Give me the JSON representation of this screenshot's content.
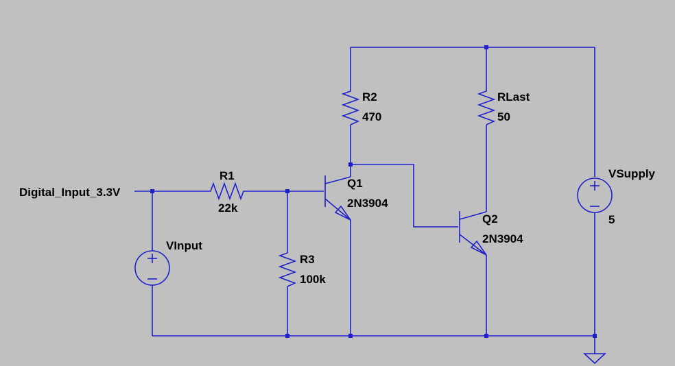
{
  "schematic": {
    "net_labels": {
      "input": "Digital_Input_3.3V"
    },
    "components": {
      "r1": {
        "name": "R1",
        "value": "22k"
      },
      "r2": {
        "name": "R2",
        "value": "470"
      },
      "r3": {
        "name": "R3",
        "value": "100k"
      },
      "rlast": {
        "name": "RLast",
        "value": "50"
      },
      "q1": {
        "name": "Q1",
        "model": "2N3904"
      },
      "q2": {
        "name": "Q2",
        "model": "2N3904"
      },
      "vinput": {
        "name": "VInput"
      },
      "vsupply": {
        "name": "VSupply",
        "value": "5"
      }
    },
    "colors": {
      "background": "#c0c0c0",
      "wire": "#2020c8",
      "text": "#000000"
    }
  }
}
